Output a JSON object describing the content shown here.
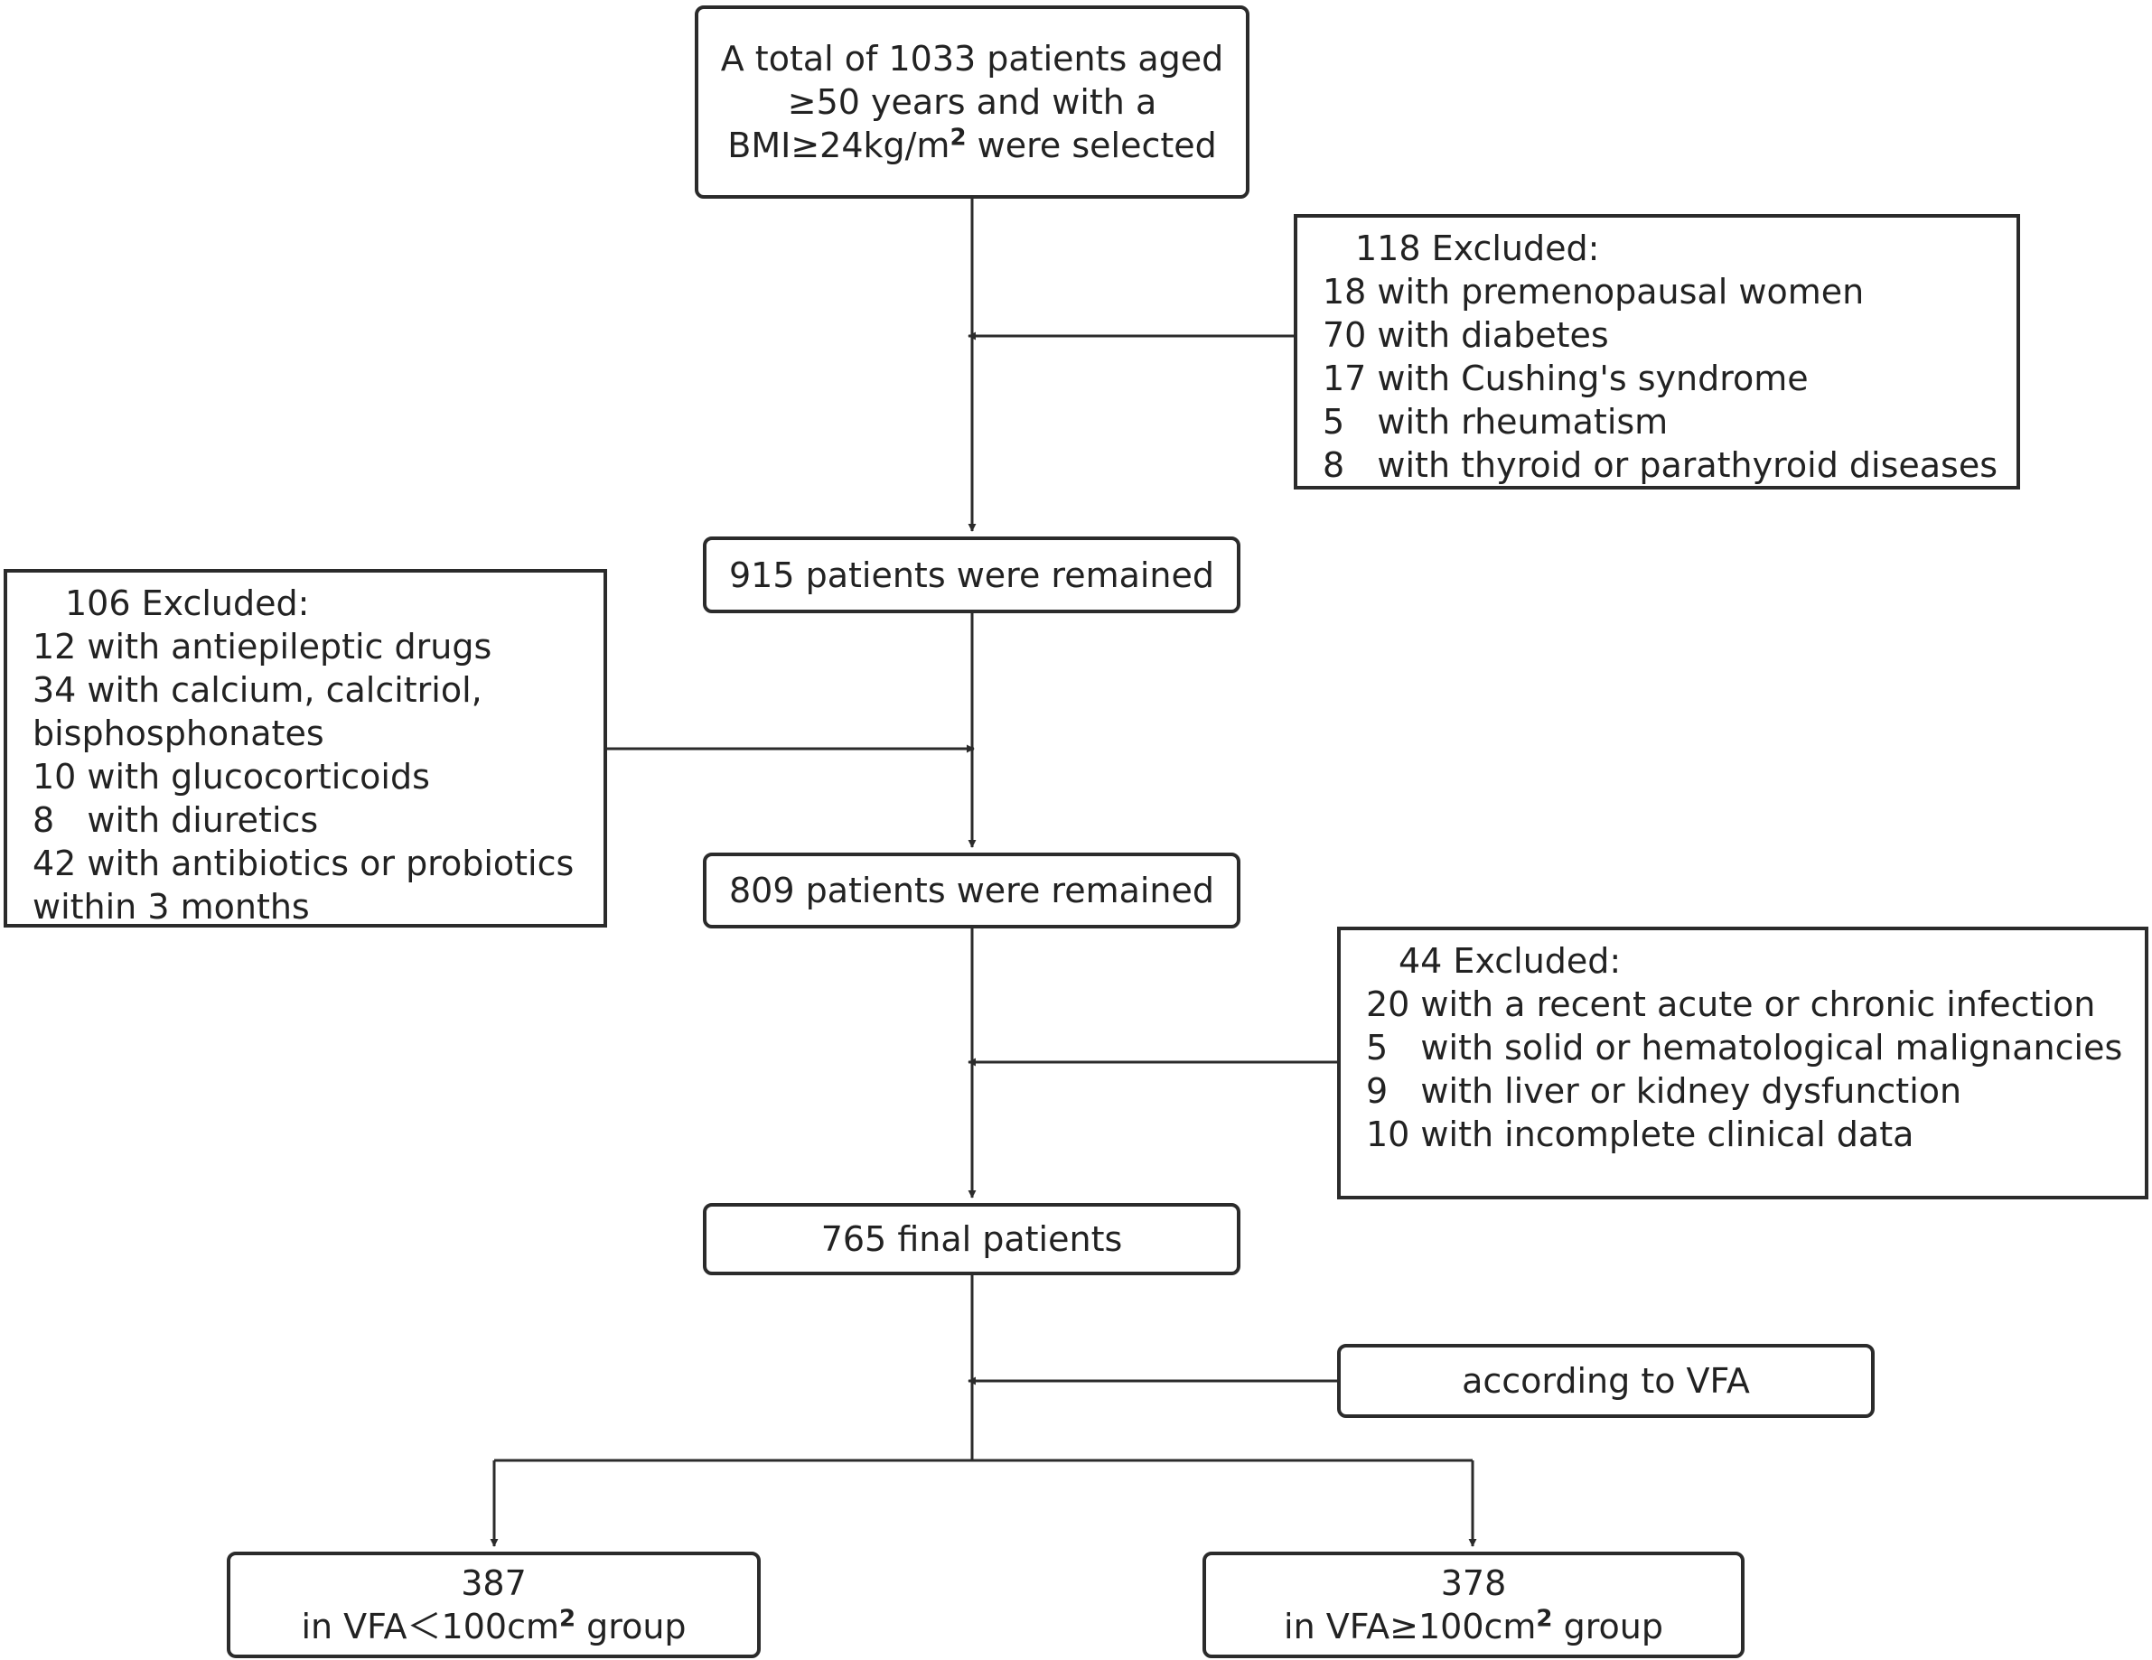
{
  "flowchart": {
    "start": {
      "line1": "A total of 1033 patients aged",
      "line2": "≥50 years and with a",
      "line3_pre": "BMI≥24kg/m",
      "line3_sup": "2",
      "line3_post": " were selected"
    },
    "exclusion1": {
      "heading": "118 Excluded:",
      "items": [
        "18 with premenopausal women",
        "70 with diabetes",
        "17 with Cushing's syndrome",
        "5   with rheumatism",
        "8   with thyroid or parathyroid diseases"
      ]
    },
    "step1": {
      "label": "915 patients were remained"
    },
    "exclusion2": {
      "heading": "106 Excluded:",
      "items": [
        "12 with antiepileptic drugs",
        "34 with calcium, calcitriol,",
        "bisphosphonates",
        "10 with glucocorticoids",
        "8   with diuretics",
        "42 with antibiotics or probiotics",
        "within 3 months"
      ]
    },
    "step2": {
      "label": "809 patients were remained"
    },
    "exclusion3": {
      "heading": "44 Excluded:",
      "items": [
        "20 with a recent acute or chronic infection",
        "5   with solid or hematological malignancies",
        "9   with liver or kidney dysfunction",
        "10 with incomplete clinical data"
      ]
    },
    "final": {
      "label": "765 final patients"
    },
    "split": {
      "label": "according to VFA"
    },
    "group_low": {
      "count": "387",
      "pre": "in VFA＜100cm",
      "sup": "2",
      "post": " group"
    },
    "group_high": {
      "count": "378",
      "pre": "in VFA≥100cm",
      "sup": "2",
      "post": " group"
    }
  },
  "colors": {
    "line": "#2b2b2b",
    "text": "#222222",
    "background": "#ffffff"
  }
}
